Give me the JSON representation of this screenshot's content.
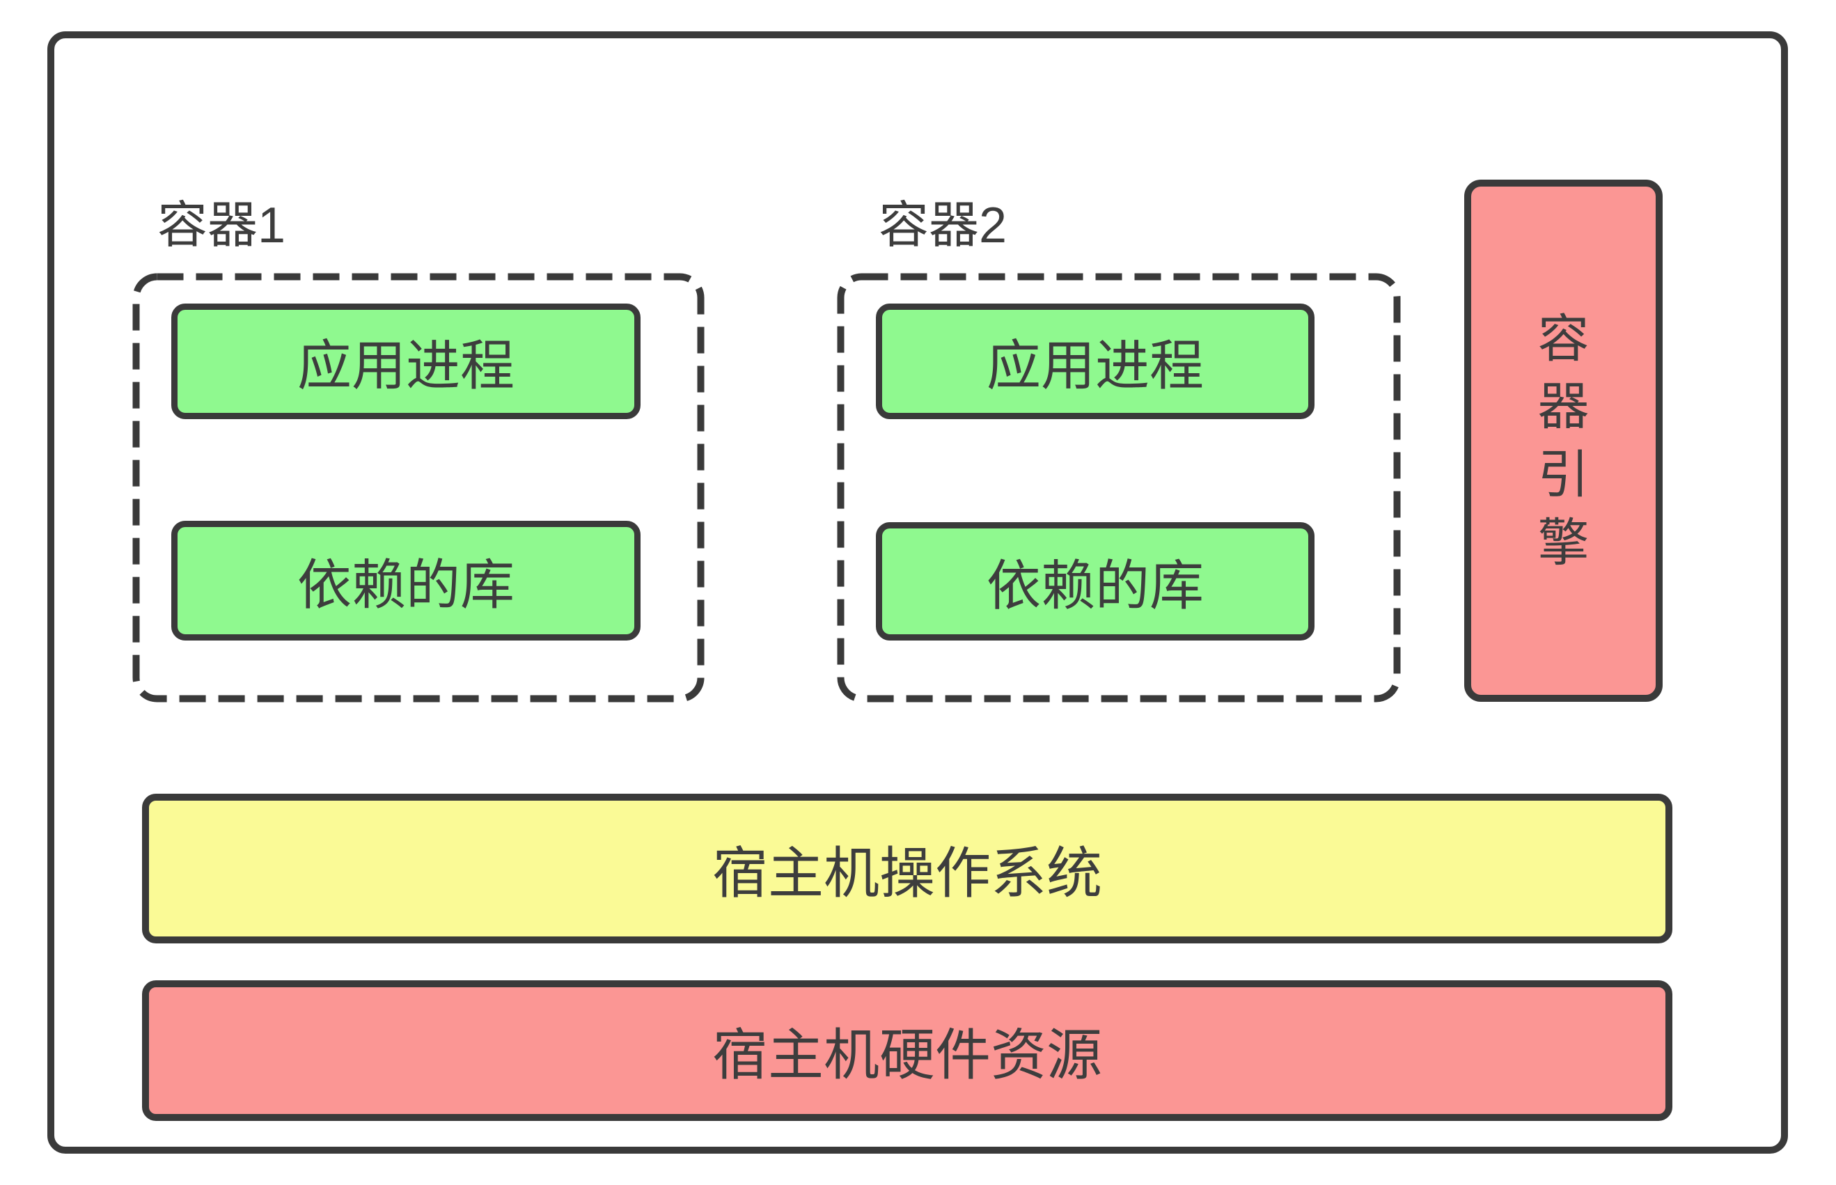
{
  "diagram": {
    "title": "container-architecture",
    "containers": [
      {
        "label": "容器1",
        "boxes": [
          "应用进程",
          "依赖的库"
        ]
      },
      {
        "label": "容器2",
        "boxes": [
          "应用进程",
          "依赖的库"
        ]
      }
    ],
    "engine_label": "容器引擎",
    "host_layers": [
      {
        "label": "宿主机操作系统"
      },
      {
        "label": "宿主机硬件资源"
      }
    ],
    "colors": {
      "box_green": "#8ff98f",
      "box_yellow": "#fafa96",
      "box_pink": "#fb9694",
      "border_dark": "#3a3a3a",
      "text": "#3d3d3d",
      "background": "#ffffff"
    }
  }
}
